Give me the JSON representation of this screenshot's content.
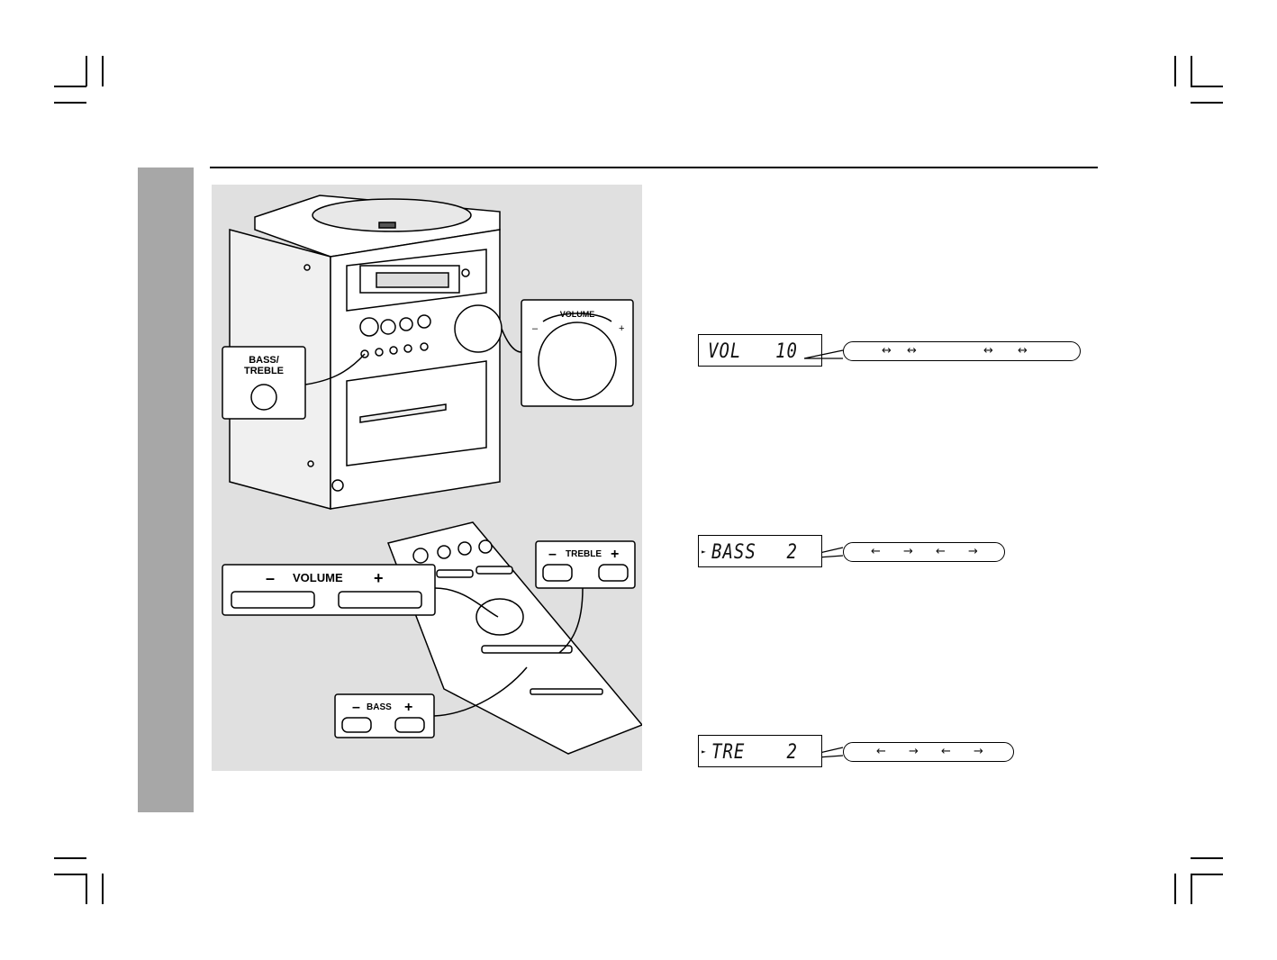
{
  "illustration": {
    "callouts": {
      "bass_treble_label": "BASS/\nTREBLE",
      "volume_dial_label": "VOLUME",
      "volume_minus": "–",
      "volume_plus": "+",
      "remote_volume_label": "VOLUME",
      "remote_treble_label": "TREBLE",
      "remote_bass_label": "BASS",
      "minus_sign": "–",
      "plus_sign": "+"
    }
  },
  "displays": [
    {
      "left": "VOL",
      "right": "10",
      "marker": "",
      "arrows": [
        "↔",
        "↔",
        "↔",
        "↔"
      ]
    },
    {
      "left": "BASS",
      "right": "2",
      "marker": "►",
      "arrows": [
        "←",
        "→",
        "←",
        "→"
      ]
    },
    {
      "left": "TRE",
      "right": "2",
      "marker": "►",
      "arrows": [
        "←",
        "→",
        "←",
        "→"
      ]
    }
  ],
  "colors": {
    "side_tab": "#a7a7a7",
    "illustration_bg": "#e0e0e0"
  }
}
